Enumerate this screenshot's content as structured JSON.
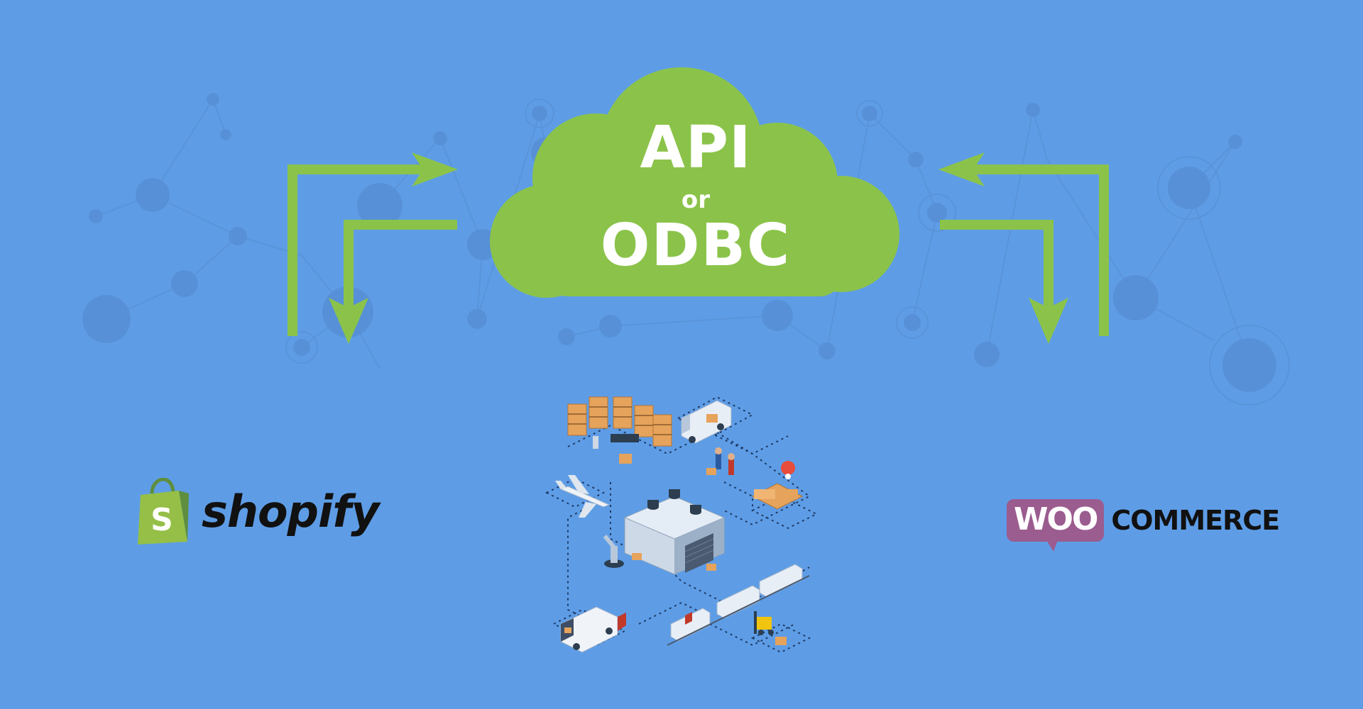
{
  "cloud": {
    "line1": "API",
    "line2": "or",
    "line3": "ODBC"
  },
  "logos": {
    "shopify": {
      "wordmark": "shopify",
      "bag_letter": "S"
    },
    "woocommerce": {
      "woo": "WOO",
      "commerce": "COMMERCE"
    }
  },
  "colors": {
    "background": "#5e9de6",
    "cloud": "#8bc34a",
    "arrows": "#8bc34a",
    "network_nodes": "#5790d6",
    "shopify_green": "#95bf47",
    "woo_purple": "#9b5c8f"
  },
  "icons": {
    "center_illustration": "isometric-logistics-warehouse-icon",
    "left_arrows": "bidirectional-arrows-icon",
    "right_arrows": "bidirectional-arrows-icon"
  }
}
